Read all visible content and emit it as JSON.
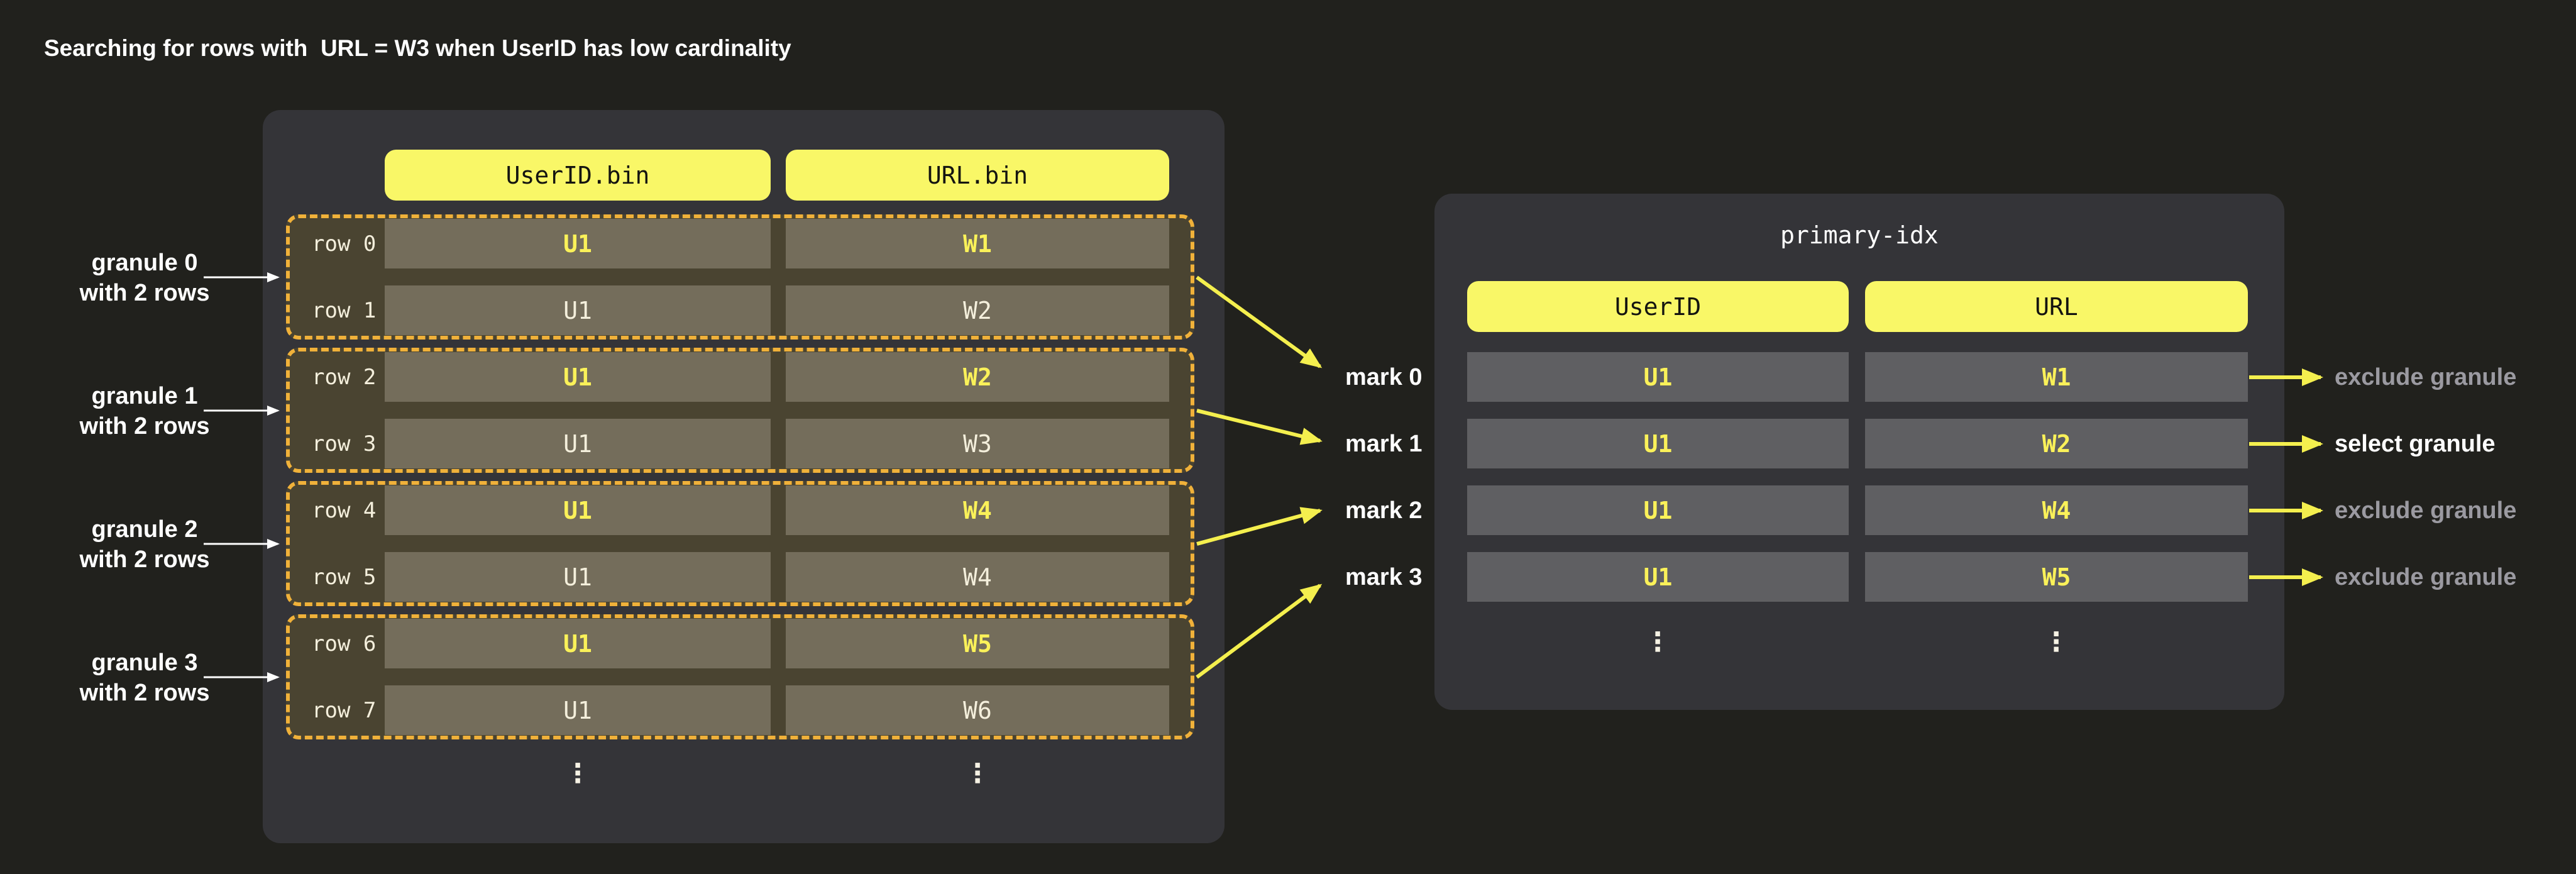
{
  "title": "Searching for rows with  URL = W3 when UserID has low cardinality",
  "colors": {
    "background": "#21211d",
    "panel": "#343438",
    "granule_fill": "#4a4431",
    "granule_border": "#f0b13a",
    "header_pill_yellow": "#f9f767",
    "left_cell": "#746d5b",
    "right_cell": "#5f5f62",
    "arrow_yellow": "#f4ef4e",
    "value_yellow": "#faf159",
    "text_cream": "#f4efdc",
    "text_gray": "#9b9aa1",
    "text_white": "#ffffff"
  },
  "left_panel": {
    "column_headers": [
      "UserID.bin",
      "URL.bin"
    ],
    "rows": [
      {
        "label": "row 0",
        "userid": "U1",
        "url": "W1"
      },
      {
        "label": "row 1",
        "userid": "U1",
        "url": "W2"
      },
      {
        "label": "row 2",
        "userid": "U1",
        "url": "W2"
      },
      {
        "label": "row 3",
        "userid": "U1",
        "url": "W3"
      },
      {
        "label": "row 4",
        "userid": "U1",
        "url": "W4"
      },
      {
        "label": "row 5",
        "userid": "U1",
        "url": "W4"
      },
      {
        "label": "row 6",
        "userid": "U1",
        "url": "W5"
      },
      {
        "label": "row 7",
        "userid": "U1",
        "url": "W6"
      }
    ],
    "ellipsis": "⋮"
  },
  "granule_labels": [
    {
      "line1": "granule 0",
      "line2": "with 2 rows"
    },
    {
      "line1": "granule 1",
      "line2": "with 2 rows"
    },
    {
      "line1": "granule 2",
      "line2": "with 2 rows"
    },
    {
      "line1": "granule 3",
      "line2": "with 2 rows"
    }
  ],
  "marks": [
    "mark 0",
    "mark 1",
    "mark 2",
    "mark 3"
  ],
  "right_panel": {
    "title": "primary-idx",
    "column_headers": [
      "UserID",
      "URL"
    ],
    "rows": [
      {
        "userid": "U1",
        "url": "W1"
      },
      {
        "userid": "U1",
        "url": "W2"
      },
      {
        "userid": "U1",
        "url": "W4"
      },
      {
        "userid": "U1",
        "url": "W5"
      }
    ],
    "ellipsis": "⋮"
  },
  "actions": [
    {
      "label": "exclude granule"
    },
    {
      "label": "select granule"
    },
    {
      "label": "exclude granule"
    },
    {
      "label": "exclude granule"
    }
  ]
}
